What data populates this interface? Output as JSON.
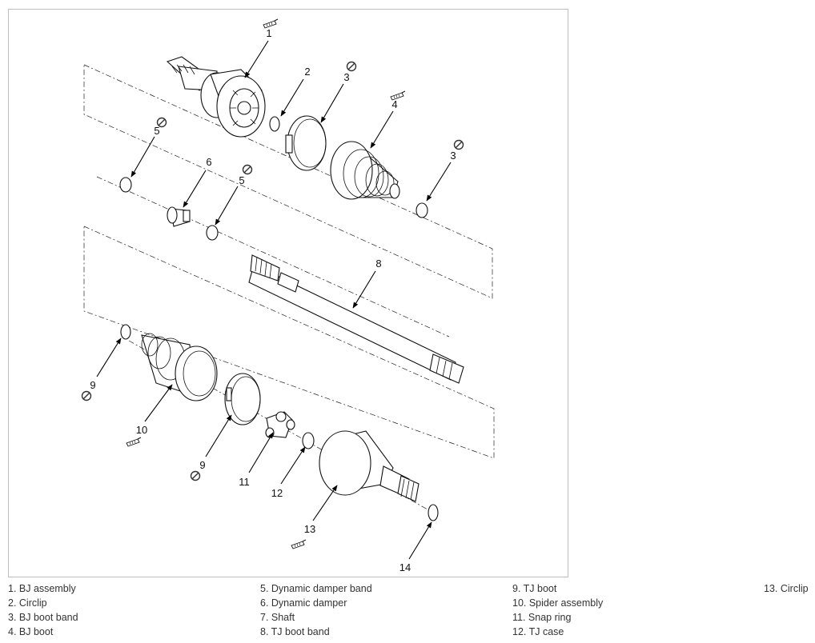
{
  "callouts": {
    "c1": "1",
    "c2": "2",
    "c3a": "3",
    "c3b": "3",
    "c4": "4",
    "c5a": "5",
    "c5b": "5",
    "c6": "6",
    "c8": "8",
    "c9a": "9",
    "c9b": "9",
    "c10": "10",
    "c11": "11",
    "c12": "12",
    "c13": "13",
    "c14": "14"
  },
  "icons": {
    "do_not_reuse": "no-reuse-icon",
    "grease": "grease-tube-icon"
  },
  "legend": {
    "col1": [
      "1. BJ assembly",
      "2. Circlip",
      "3. BJ boot band",
      "4. BJ boot"
    ],
    "col2": [
      "5. Dynamic damper band",
      "6. Dynamic damper",
      "7. Shaft",
      "8. TJ boot band"
    ],
    "col3": [
      "9. TJ boot",
      "10. Spider assembly",
      "11. Snap ring",
      "12. TJ case"
    ],
    "col4": [
      "13. Circlip"
    ]
  }
}
